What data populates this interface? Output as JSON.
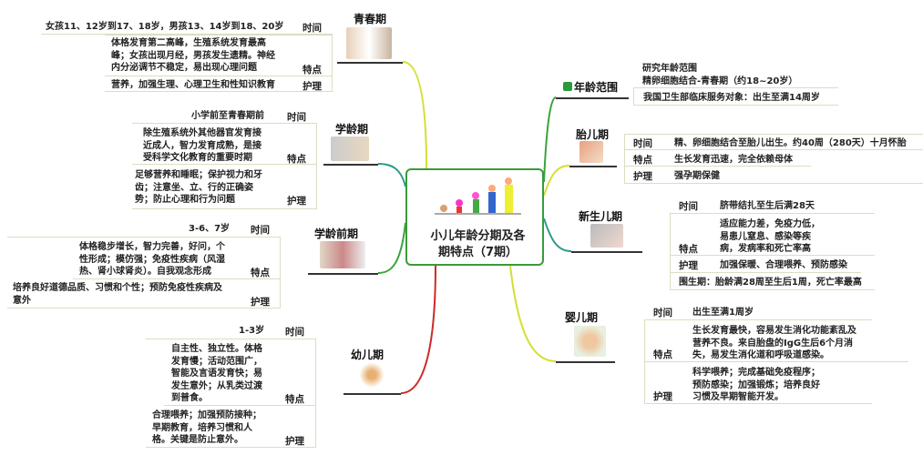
{
  "center": {
    "title": "小儿年龄分期及各期特点（7期）",
    "image": "growth-stages-illustration"
  },
  "colors": {
    "center_border": "#3a9a3a",
    "yellow_green": "#d4df30",
    "teal": "#2e9a8a",
    "green": "#3aa43a",
    "red": "#cc2a2a"
  },
  "labels": {
    "time": "时间",
    "feature": "特点",
    "care": "护理"
  },
  "left": {
    "qingchun": {
      "title": "青春期",
      "time": "女孩11、12岁到17、18岁，男孩13、14岁到18、20岁",
      "feature": "体格发育第二高峰，生殖系统发育最高\n峰；女孩出现月经，男孩发生遗精。神经\n内分泌调节不稳定，易出现心理问题",
      "care": "营养，加强生理、心理卫生和性知识教育"
    },
    "xueling": {
      "title": "学龄期",
      "time": "小学前至青春期前",
      "feature": "除生殖系统外其他器官发育接\n近成人，智力发育成熟，是接\n受科学文化教育的重要时期",
      "care": "足够营养和睡眠；保护视力和牙\n齿；注意坐、立、行的正确姿\n势；防止心理和行为问题"
    },
    "xuelingqian": {
      "title": "学龄前期",
      "time": "3-6、7岁",
      "feature": "体格稳步增长，智力完善，好问，个\n性形成；模仿强；免疫性疾病（风湿\n热、肾小球肾炎）。自我观念形成",
      "care": "培养良好道德品质、习惯和个性；预防免疫性疾病及\n意外"
    },
    "youer": {
      "title": "幼儿期",
      "time": "1-3岁",
      "feature": "自主性、独立性。体格\n发育慢；活动范围广，\n智能及言语发育快；易\n发生意外；从乳类过渡\n到普食。",
      "care": "合理喂养；加强预防接种；\n早期教育，培养习惯和人\n格。关键是防止意外。"
    }
  },
  "right": {
    "range": {
      "title": "年龄范围",
      "icon": "edit-note-icon",
      "line1": "研究年龄范围\n精卵细胞结合-青春期（约18~20岁）",
      "line2": "我国卫生部临床服务对象：出生至满14周岁"
    },
    "taier": {
      "title": "胎儿期",
      "time": "精、卵细胞结合至胎儿出生。约40周（280天）十月怀胎",
      "feature": "生长发育迅速，完全依赖母体",
      "care": "强孕期保健"
    },
    "xinsheng": {
      "title": "新生儿期",
      "time": "脐带结扎至生后满28天",
      "feature": "适应能力差，免疫力低，\n易患儿窒息、感染等疾\n病，发病率和死亡率高",
      "care": "加强保暖、合理喂养、预防感染",
      "perinatal": "围生期：胎龄满28周至生后1周，死亡率最高"
    },
    "yinger": {
      "title": "婴儿期",
      "time": "出生至满1周岁",
      "feature": "生长发育最快，容易发生消化功能紊乱及\n营养不良。来自胎盘的IgG生后6个月消\n失，易发生消化道和呼吸道感染。",
      "care": "科学喂养；完成基础免疫程序；\n预防感染；加强锻炼；培养良好\n习惯及早期智能开发。"
    }
  }
}
